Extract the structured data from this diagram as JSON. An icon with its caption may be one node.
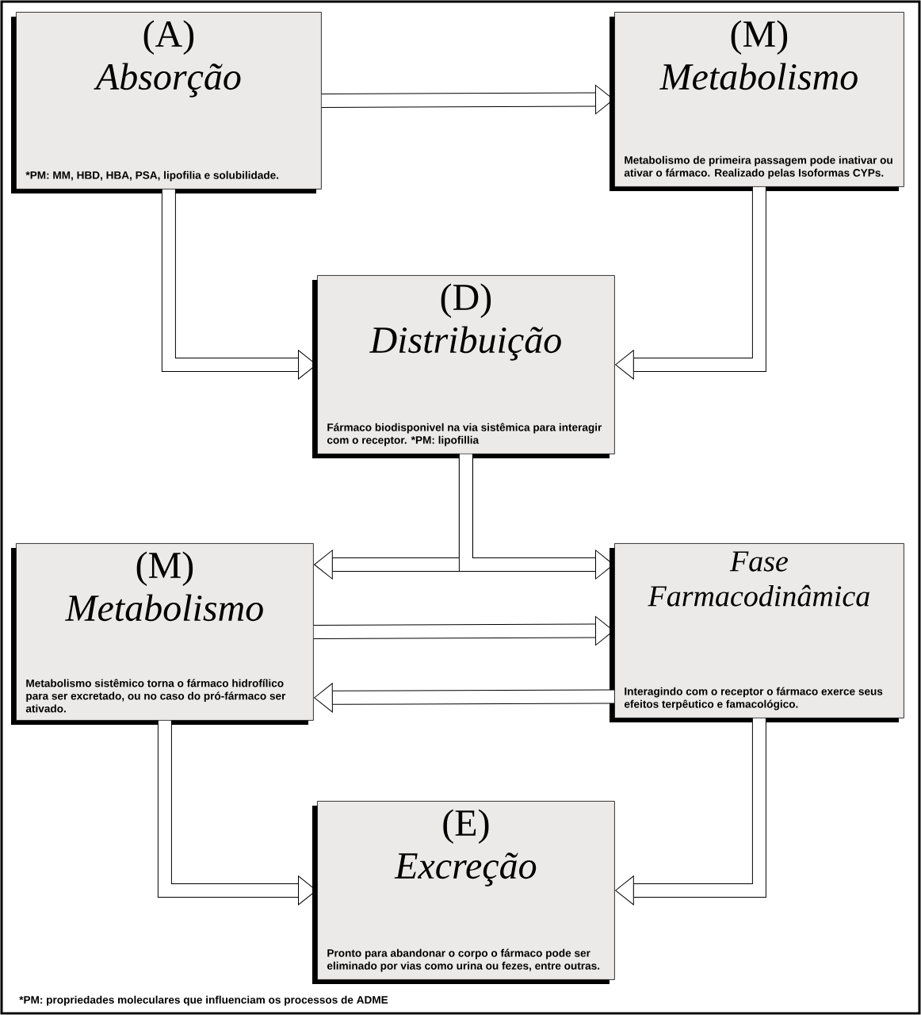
{
  "diagram": {
    "nodes": [
      {
        "text": [
          "(A)",
          "Absorção",
          "*PM: MM, HBD, HBA, PSA, lipofilia e solubilidade."
        ]
      },
      {
        "text": [
          "(M)",
          "Metabolismo",
          "Metabolismo de primeira passagem pode inativar ou ativar o fármaco. Realizado pelas Isoformas CYPs."
        ]
      },
      {
        "text": [
          "(D)",
          "Distribuição",
          "Fármaco biodisponivel na via sistêmica para interagir com o receptor.     *PM: lipofillia"
        ]
      },
      {
        "text": [
          "(M)",
          "Metabolismo",
          "Metabolismo sistêmico torna o fármaco hidrofílico para ser excretado, ou no caso do pró-fármaco ser ativado."
        ]
      },
      {
        "text": [
          "Fase Farmacodinâmica",
          "Interagindo com o receptor o fármaco exerce seus efeitos terpêutico e famacológico."
        ]
      },
      {
        "text": [
          "(E)",
          "Excreção",
          "Pronto para abandonar o corpo o fármaco pode ser eliminado por vias como urina ou fezes, entre outras."
        ]
      }
    ],
    "edges": [
      {
        "from": 0,
        "to": 1,
        "arrow": "to"
      },
      {
        "from": 0,
        "to": 2,
        "arrow": "to"
      },
      {
        "from": 1,
        "to": 2,
        "arrow": "to"
      },
      {
        "from": 2,
        "to": 3,
        "arrow": "to"
      },
      {
        "from": 2,
        "to": 4,
        "arrow": "to"
      },
      {
        "from": 3,
        "to": 4,
        "arrow": "to"
      },
      {
        "from": 4,
        "to": 3,
        "arrow": "to"
      },
      {
        "from": 3,
        "to": 5,
        "arrow": "to"
      },
      {
        "from": 4,
        "to": 5,
        "arrow": "to"
      }
    ],
    "labels": [
      "*PM: propriedades moleculares que influenciam os processos de ADME"
    ]
  }
}
